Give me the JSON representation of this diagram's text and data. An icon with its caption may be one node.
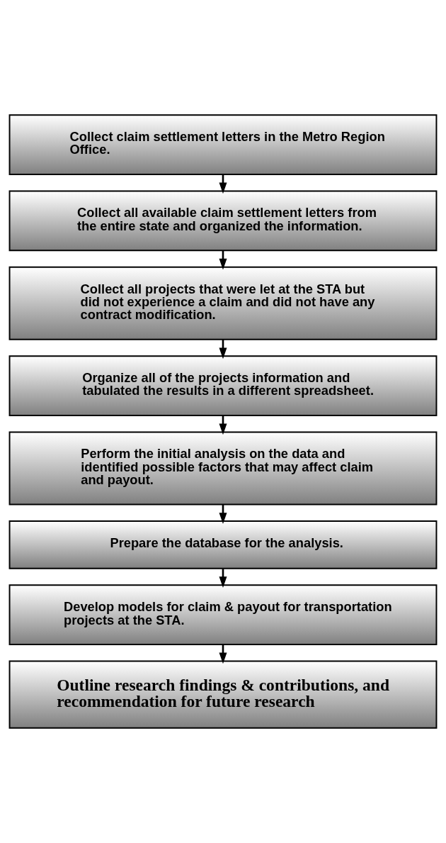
{
  "diagram": {
    "nodes": [
      {
        "text": [
          "Collect claim settlement letters in the Metro Region Office."
        ]
      },
      {
        "text": [
          "Collect all available claim settlement letters from the entire state and organized the information."
        ]
      },
      {
        "text": [
          "Collect all projects that were let at the STA but did not experience a claim and did not have any contract modification."
        ]
      },
      {
        "text": [
          "Organize all of the projects information and tabulated the results in a different spreadsheet."
        ]
      },
      {
        "text": [
          "Perform the initial analysis on the data and identified possible factors that may affect claim and payout."
        ]
      },
      {
        "text": [
          "Prepare the database for the analysis."
        ]
      },
      {
        "text": [
          "Develop models for claim & payout for transportation projects at the STA."
        ]
      },
      {
        "text": [
          "Outline research findings & contributions, and recommendation for future research"
        ]
      }
    ],
    "edges": [
      {
        "from": 0,
        "to": 1,
        "arrow": "to"
      },
      {
        "from": 1,
        "to": 2,
        "arrow": "to"
      },
      {
        "from": 2,
        "to": 3,
        "arrow": "to"
      },
      {
        "from": 3,
        "to": 4,
        "arrow": "to"
      },
      {
        "from": 4,
        "to": 5,
        "arrow": "to"
      },
      {
        "from": 5,
        "to": 6,
        "arrow": "to"
      },
      {
        "from": 6,
        "to": 7,
        "arrow": "to"
      }
    ]
  }
}
